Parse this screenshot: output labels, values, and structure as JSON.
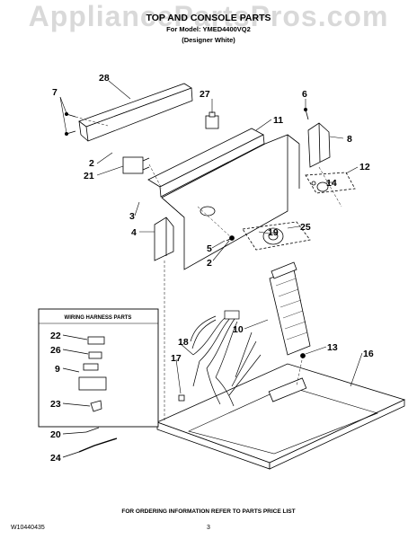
{
  "watermark": "AppliancePartsPros.com",
  "header": {
    "title": "TOP AND CONSOLE PARTS",
    "model_line": "For Model: YMED4400VQ2",
    "variant": "(Designer White)"
  },
  "wiring_box": {
    "title": "WIRING HARNESS PARTS"
  },
  "callouts": {
    "c28": "28",
    "c7": "7",
    "c27": "27",
    "c6": "6",
    "c11": "11",
    "c8": "8",
    "c2a": "2",
    "c21": "21",
    "c12": "12",
    "c14": "14",
    "c3": "3",
    "c25": "25",
    "c4": "4",
    "c19": "19",
    "c5": "5",
    "c2b": "2",
    "c10": "10",
    "c13": "13",
    "c16": "16",
    "c18": "18",
    "c17": "17",
    "w22": "22",
    "w26": "26",
    "w9": "9",
    "w23": "23",
    "w20": "20",
    "w24": "24"
  },
  "footer": {
    "note": "FOR ORDERING INFORMATION REFER TO PARTS PRICE LIST",
    "doc_number": "W10440435",
    "page": "3"
  }
}
